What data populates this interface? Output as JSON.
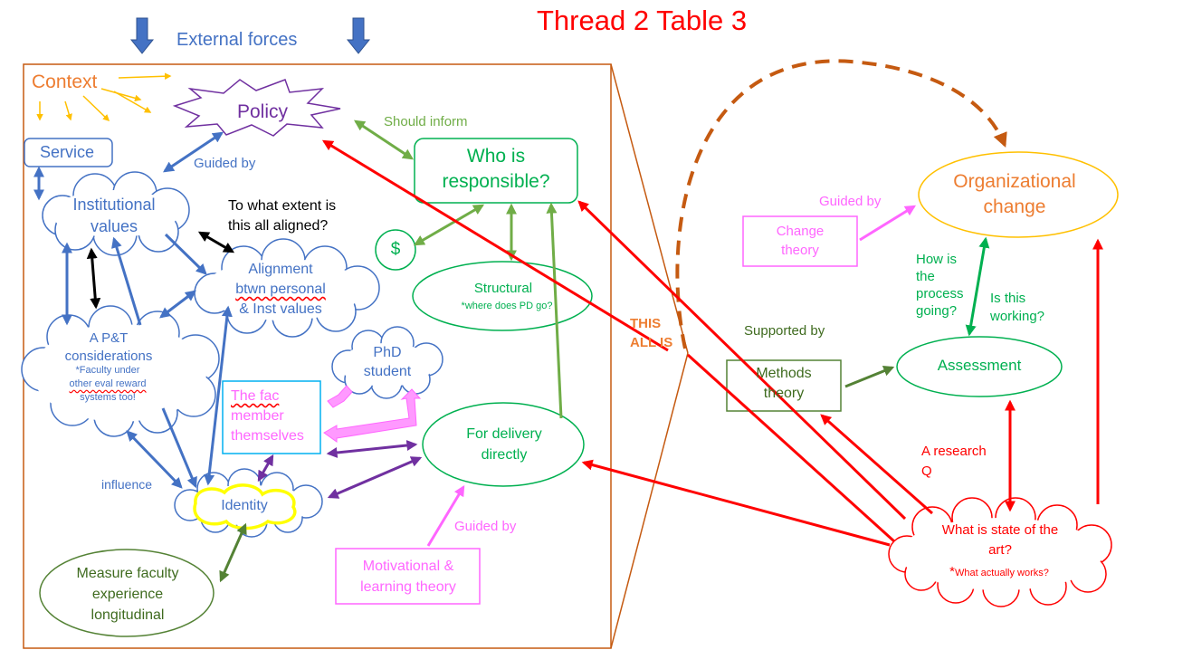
{
  "title": "Thread 2 Table 3",
  "external_forces": "External forces",
  "context": "Context",
  "policy": "Policy",
  "service": "Service",
  "guided_by_policy": "Guided by",
  "institutional_values": [
    "Institutional",
    "values"
  ],
  "aligned_question": [
    "To what extent is",
    "this all aligned?"
  ],
  "alignment": [
    "Alignment",
    "btwn personal",
    "& Inst values"
  ],
  "pt": [
    "A P&T",
    "considerations"
  ],
  "pt_note": [
    "*Faculty under",
    "other eval reward",
    "systems too!"
  ],
  "phd": [
    "PhD",
    "student"
  ],
  "fac": [
    "The fac",
    "member",
    "themselves"
  ],
  "identity": "Identity",
  "influence": "influence",
  "measure": [
    "Measure faculty",
    "experience",
    "longitudinal"
  ],
  "motivational": [
    "Motivational &",
    "learning theory"
  ],
  "guided_by_mot": "Guided by",
  "should_inform": "Should inform",
  "who": [
    "Who is",
    "responsible?"
  ],
  "dollar": "$",
  "structural": "Structural",
  "structural_note": "*where does PD go?",
  "delivery": [
    "For delivery",
    "directly"
  ],
  "this_all_is": [
    "THIS",
    "ALL IS"
  ],
  "org_change": [
    "Organizational",
    "change"
  ],
  "guided_by_change": "Guided by",
  "change_theory": [
    "Change",
    "theory"
  ],
  "process_q": [
    "How is",
    "the",
    "process",
    "going?"
  ],
  "working_q": [
    "Is this",
    "working?"
  ],
  "supported_by": "Supported by",
  "methods": [
    "Methods",
    "theory"
  ],
  "assessment": "Assessment",
  "research_q": [
    "A research",
    "Q"
  ],
  "state_art": [
    "What is state of the",
    "art?"
  ],
  "state_art_note_star": "*",
  "state_art_note": "What actually works?",
  "colors": {
    "blue": "#4472c4",
    "green": "#00b050",
    "olive": "#70ad47",
    "dark_green": "#548235",
    "red": "#ff0000",
    "orange": "#ed7d31",
    "brown": "#c55a11",
    "purple": "#7030a0",
    "pink": "#ff66ff",
    "gold": "#ffc000",
    "yellow": "#ffff00",
    "light_blue": "#00b0f0"
  }
}
